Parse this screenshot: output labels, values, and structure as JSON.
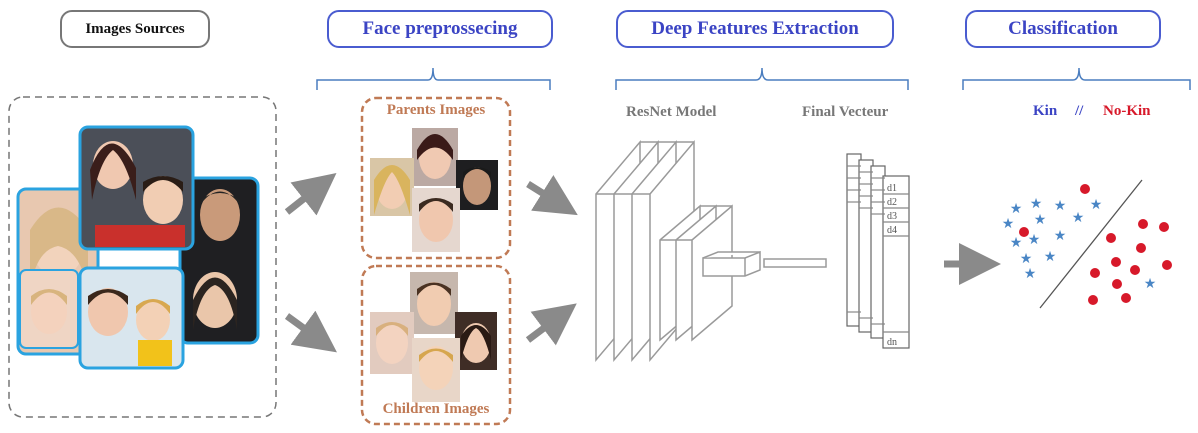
{
  "stages": {
    "sources": "Images Sources",
    "preprocessing": "Face  preprossecing",
    "extraction": "Deep  Features  Extraction",
    "classification": "Classification"
  },
  "groups": {
    "parents": "Parents Images",
    "children": "Children Images"
  },
  "model": {
    "resnet": "ResNet  Model",
    "final": "Final  Vecteur"
  },
  "vector_rows": [
    "d1",
    "d2",
    "d3",
    "d4"
  ],
  "vector_last": "dn",
  "legend": {
    "kin": "Kin",
    "sep": "//",
    "nokin": "No-Kin"
  },
  "colors": {
    "stage_blue": "#3b44c4",
    "group_brown": "#c07a55",
    "kin_blue": "#4a86c5",
    "nokin_red": "#d7192a",
    "photo_border": "#2aa3e0"
  }
}
